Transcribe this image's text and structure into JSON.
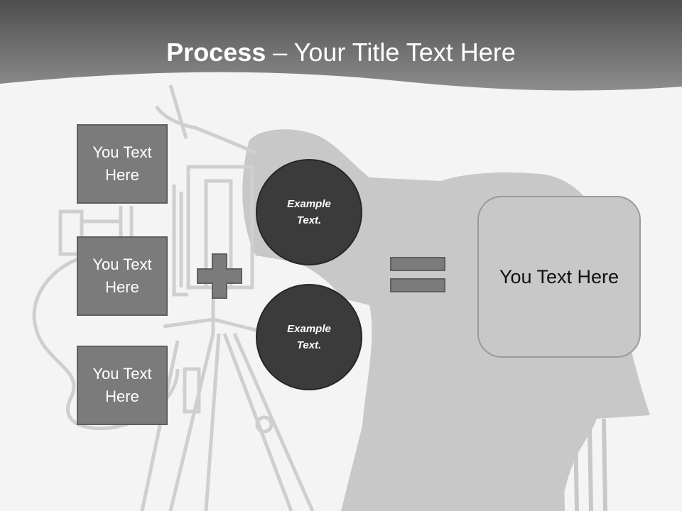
{
  "header": {
    "title_bold": "Process",
    "title_rest": " – Your Title Text Here"
  },
  "inputs": [
    {
      "label": "You Text Here"
    },
    {
      "label": "You Text Here"
    },
    {
      "label": "You Text Here"
    }
  ],
  "circles": [
    {
      "label": "Example Text."
    },
    {
      "label": "Example Text."
    }
  ],
  "result": {
    "label": "You Text Here"
  },
  "icons": {
    "background": "film-camera-operator-silhouette",
    "plus": "plus-icon",
    "equals": "equals-icon"
  },
  "colors": {
    "header_gradient_start": "#595959",
    "header_gradient_end": "#8a8a8a",
    "box_fill": "#7b7b7b",
    "circle_fill": "#3b3b3b",
    "result_fill": "#c8c8c8",
    "silhouette": "#c8c8c8"
  }
}
